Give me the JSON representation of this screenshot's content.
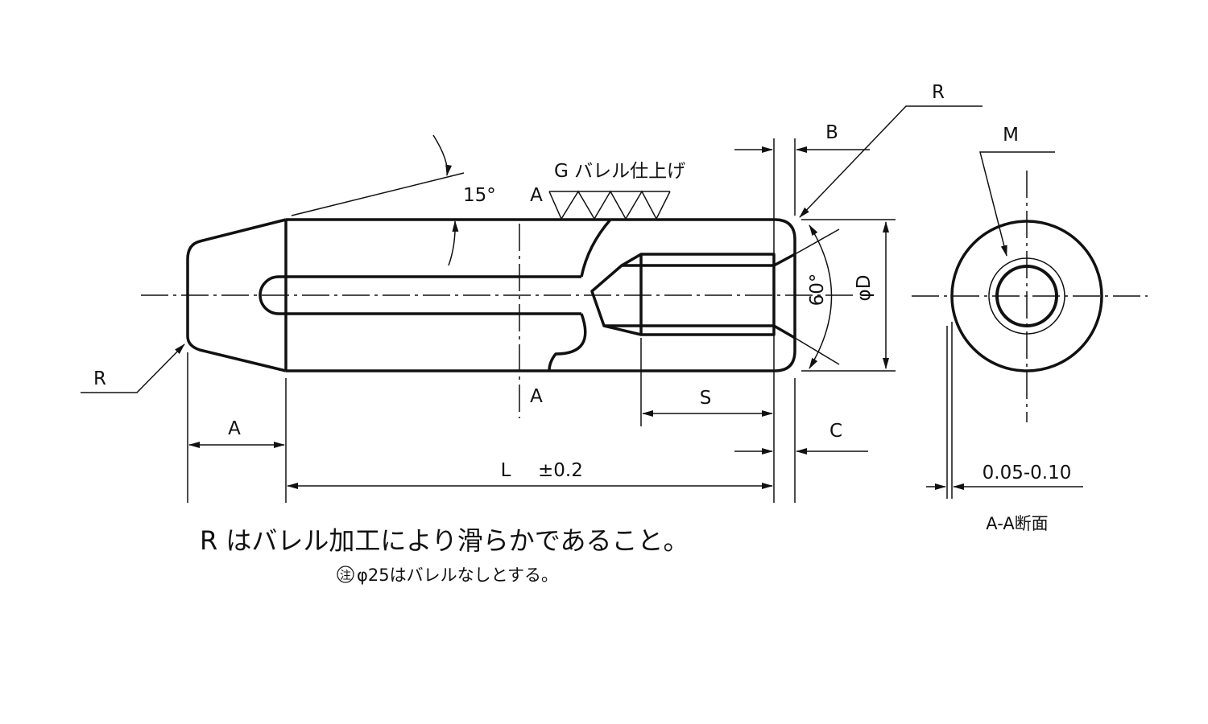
{
  "drawing": {
    "labels": {
      "r_left": "R",
      "r_top": "R",
      "a_dim": "A",
      "section_a_top": "A",
      "section_a_bottom": "A",
      "angle_15": "15°",
      "barrel_finish": "G バレル仕上げ",
      "b_dim": "B",
      "c_dim": "C",
      "s_dim": "S",
      "l_dim": "L",
      "l_tol": "±0.2",
      "angle_60": "60°",
      "phi_d": "φD",
      "m_thread": "M",
      "clearance": "0.05-0.10",
      "section_title": "A-A断面"
    },
    "notes": {
      "main": "R はバレル加工により滑らかであること。",
      "sub_mark": "注",
      "sub": "φ25はバレルなしとする。"
    }
  }
}
